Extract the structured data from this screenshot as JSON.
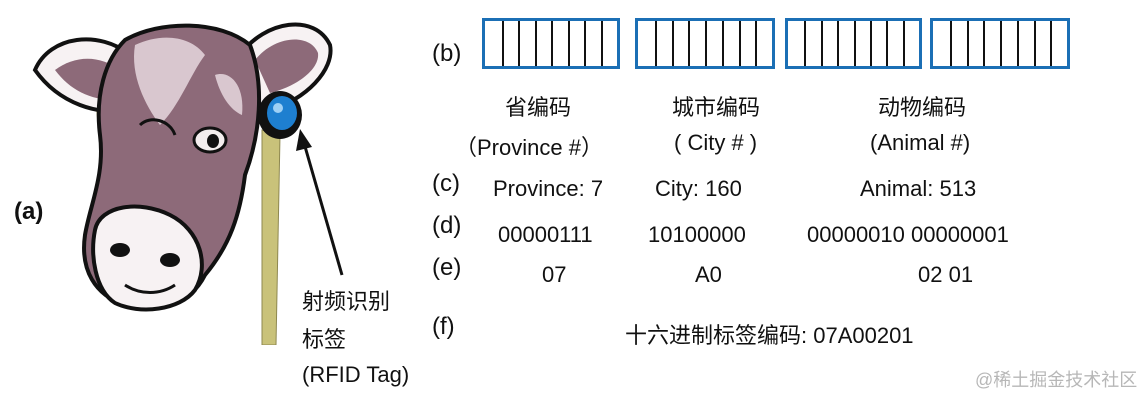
{
  "labels": {
    "a": "(a)",
    "b": "(b)",
    "c": "(c)",
    "d": "(d)",
    "e": "(e)",
    "f": "(f)"
  },
  "tag_caption": {
    "line1": "射频识别",
    "line2": "标签",
    "line3": "(RFID Tag)"
  },
  "fields": [
    {
      "name_cn": "省编码",
      "name_en": "（Province #）",
      "value": "Province: 7",
      "binary": "00000111",
      "hex": "07"
    },
    {
      "name_cn": "城市编码",
      "name_en": "( City # )",
      "value": "City: 160",
      "binary": "10100000",
      "hex": "A0"
    },
    {
      "name_cn": "动物编码",
      "name_en": "(Animal #)",
      "value": "Animal: 513",
      "binary": "00000010 00000001",
      "hex": "02 01"
    }
  ],
  "hex_code": "十六进制标签编码: 07A00201",
  "watermark": "@稀土掘金技术社区",
  "colors": {
    "box_border": "#1b6fb5",
    "tag_blue": "#1e7fd0"
  }
}
